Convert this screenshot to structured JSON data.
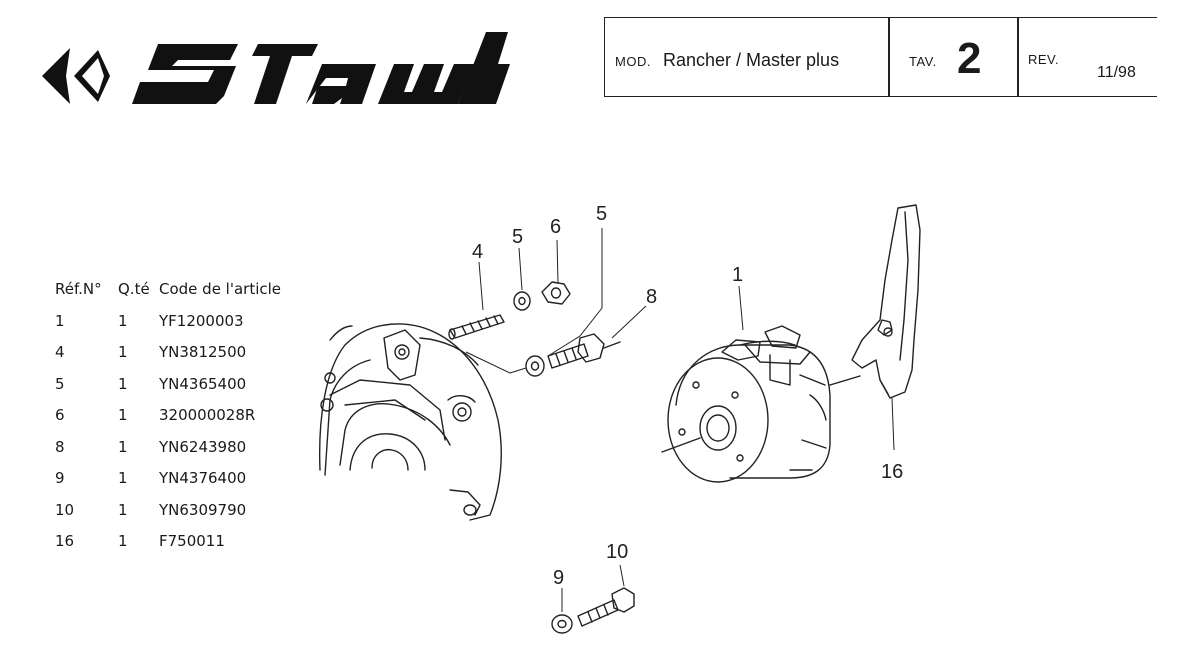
{
  "header": {
    "brand": "staub",
    "mod_label": "MOD.",
    "mod_value": "Rancher / Master plus",
    "tav_label": "TAV.",
    "tav_value": "2",
    "rev_label": "REV.",
    "rev_value": "11/98"
  },
  "parts_table": {
    "columns": [
      "Réf.N°",
      "Q.té",
      "Code de l'article"
    ],
    "rows": [
      {
        "ref": "1",
        "qty": "1",
        "code": "YF1200003"
      },
      {
        "ref": "4",
        "qty": "1",
        "code": "YN3812500"
      },
      {
        "ref": "5",
        "qty": "1",
        "code": "YN4365400"
      },
      {
        "ref": "6",
        "qty": "1",
        "code": "320000028R"
      },
      {
        "ref": "8",
        "qty": "1",
        "code": "YN6243980"
      },
      {
        "ref": "9",
        "qty": "1",
        "code": "YN4376400"
      },
      {
        "ref": "10",
        "qty": "1",
        "code": "YN6309790"
      },
      {
        "ref": "16",
        "qty": "1",
        "code": "F750011"
      }
    ]
  },
  "callouts": {
    "c4": "4",
    "c5a": "5",
    "c6": "6",
    "c5b": "5",
    "c8": "8",
    "c1": "1",
    "c16": "16",
    "c9": "9",
    "c10": "10"
  }
}
